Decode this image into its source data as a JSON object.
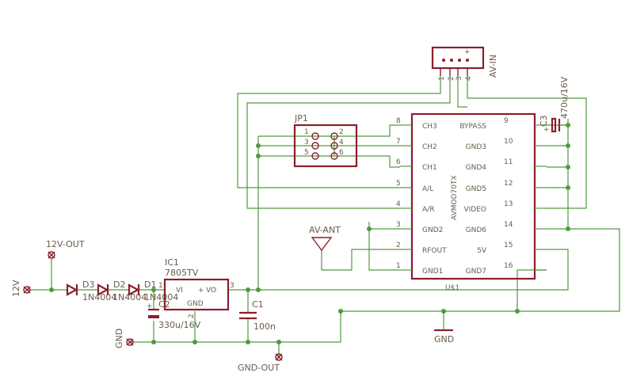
{
  "labels": {
    "av_in": "AV-IN",
    "av_in_pin1": "1",
    "av_in_pin2": "2",
    "av_in_pin3": "3",
    "av_in_pin4": "4",
    "jp1": "JP1",
    "jp1_p1": "1",
    "jp1_p2": "2",
    "jp1_p3": "3",
    "jp1_p4": "4",
    "jp1_p5": "5",
    "jp1_p6": "6",
    "u1_name": "U$1",
    "u1_part": "AVMOD70TX",
    "c3_name": "C3",
    "c3_value": "470u/16V",
    "av_ant": "AV-ANT",
    "out_12v": "12V-OUT",
    "in_12v": "12V",
    "d3": "D3",
    "d2": "D2",
    "d1": "D1",
    "d_value": "1N4004",
    "ic1_name": "IC1",
    "ic1_part": "7805TV",
    "ic1_vi": "VI",
    "ic1_vo": "VO",
    "ic1_gnd": "GND",
    "ic1_p1": "1",
    "ic1_p2": "2",
    "ic1_p3": "3",
    "c2_name": "C2",
    "c2_value": "330u/16V",
    "c1_name": "C1",
    "c1_value": "100n",
    "gnd_in": "GND",
    "gnd_out": "GND-OUT",
    "gnd_sym": "GND"
  },
  "u1_left_pins": [
    {
      "num": "8",
      "name": "CH3"
    },
    {
      "num": "7",
      "name": "CH2"
    },
    {
      "num": "6",
      "name": "CH1"
    },
    {
      "num": "5",
      "name": "A/L"
    },
    {
      "num": "4",
      "name": "A/R"
    },
    {
      "num": "3",
      "name": "GND2"
    },
    {
      "num": "2",
      "name": "RFOUT"
    },
    {
      "num": "1",
      "name": "GND1"
    }
  ],
  "u1_right_pins": [
    {
      "num": "9",
      "name": "BYPASS"
    },
    {
      "num": "10",
      "name": "GND3"
    },
    {
      "num": "11",
      "name": "GND4"
    },
    {
      "num": "12",
      "name": "GND5"
    },
    {
      "num": "13",
      "name": "VIDEO"
    },
    {
      "num": "14",
      "name": "GND6"
    },
    {
      "num": "15",
      "name": "5V"
    },
    {
      "num": "16",
      "name": "GND7"
    }
  ],
  "colors": {
    "wire": "#4f9a3e",
    "part": "#8a1f2a",
    "text": "#6a5a4a"
  }
}
